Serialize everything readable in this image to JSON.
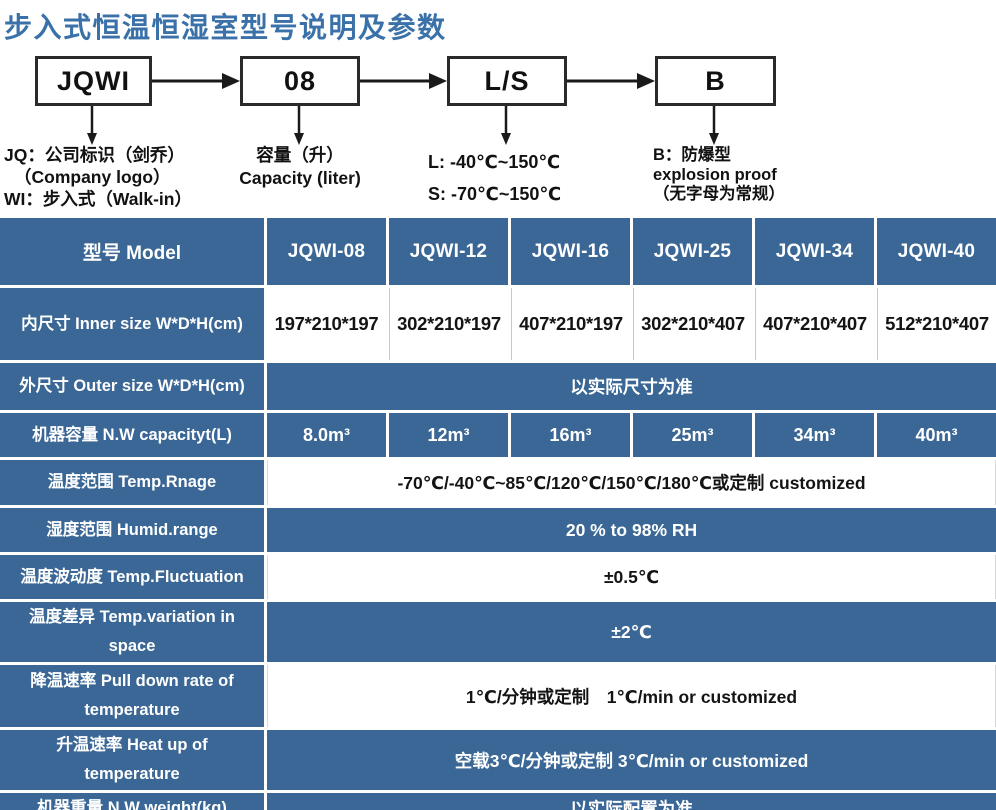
{
  "colors": {
    "table_blue": "#3a6795",
    "title_blue": "#3a71a8",
    "text_dark": "#141414"
  },
  "title": "步入式恒温恒湿室型号说明及参数",
  "diagram": {
    "boxes": {
      "company": "JQWI",
      "capacity": "08",
      "range": "L/S",
      "explosion": "B"
    },
    "notes": {
      "company": [
        "JQ：公司标识（剑乔）",
        "（Company logo）",
        "WI：步入式（Walk-in）"
      ],
      "capacity": [
        "容量（升）",
        "Capacity (liter)"
      ],
      "range": [
        "L: -40℃~150℃",
        "S: -70℃~150℃"
      ],
      "explosion": [
        "B：防爆型",
        "explosion proof",
        "（无字母为常规）"
      ]
    }
  },
  "table": {
    "header": {
      "label": "型号 Model",
      "models": [
        "JQWI-08",
        "JQWI-12",
        "JQWI-16",
        "JQWI-25",
        "JQWI-34",
        "JQWI-40"
      ]
    },
    "inner_size": {
      "label": "内尺寸 Inner size W*D*H(cm)",
      "values": [
        "197*210*197",
        "302*210*197",
        "407*210*197",
        "302*210*407",
        "407*210*407",
        "512*210*407"
      ]
    },
    "outer_size": {
      "label": "外尺寸 Outer size W*D*H(cm)",
      "value": "以实际尺寸为准"
    },
    "capacity": {
      "label": "机器容量 N.W capacityt(L)",
      "values": [
        "8.0m³",
        "12m³",
        "16m³",
        "25m³",
        "34m³",
        "40m³"
      ]
    },
    "temp_range": {
      "label": "温度范围 Temp.Rnage",
      "value": "-70℃/-40℃~85℃/120℃/150℃/180℃或定制 customized"
    },
    "humidity": {
      "label": "湿度范围 Humid.range",
      "value": "20 % to 98% RH"
    },
    "fluctuation": {
      "label": "温度波动度 Temp.Fluctuation",
      "value": "±0.5℃"
    },
    "variation": {
      "label": "温度差异 Temp.variation in\nspace",
      "value": "±2℃"
    },
    "pull_down": {
      "label": "降温速率 Pull down rate of\ntemperature",
      "value": "1℃/分钟或定制　1℃/min or customized"
    },
    "heat_up": {
      "label": "升温速率 Heat up of\ntemperature",
      "value": "空载3℃/分钟或定制 3℃/min or customized"
    },
    "weight": {
      "label": "机器重量 N.W weight(kg)",
      "value": "以实际配置为准"
    }
  }
}
